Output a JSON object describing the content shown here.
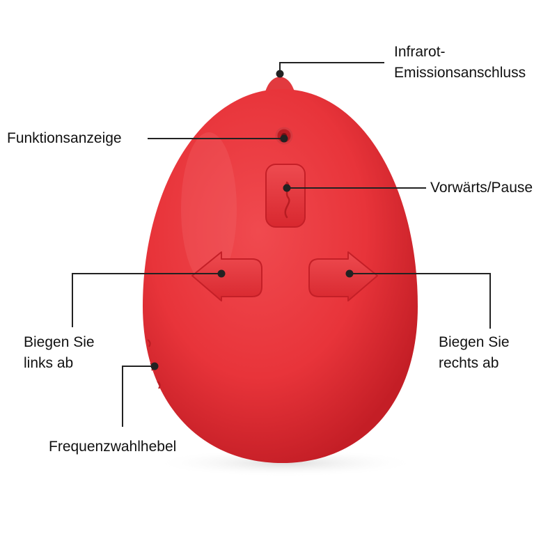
{
  "labels": {
    "infrared_port": {
      "line1": "Infrarot-",
      "line2": "Emissionsanschluss"
    },
    "function_indicator": "Funktionsanzeige",
    "forward_pause": "Vorwärts/Pause",
    "turn_left": {
      "line1": "Biegen Sie",
      "line2": "links ab"
    },
    "turn_right": {
      "line1": "Biegen Sie",
      "line2": "rechts ab"
    },
    "frequency_lever": "Frequenzwahlhebel"
  },
  "colors": {
    "body": "#e8343a",
    "body_shadow": "#c81f27",
    "highlight": "#f26a6d",
    "leader_line": "#222222",
    "text": "#111111",
    "background": "#ffffff"
  },
  "icons": {
    "forward_button": "squiggle-icon",
    "left_button": "arrow-left-icon",
    "right_button": "arrow-right-icon"
  }
}
